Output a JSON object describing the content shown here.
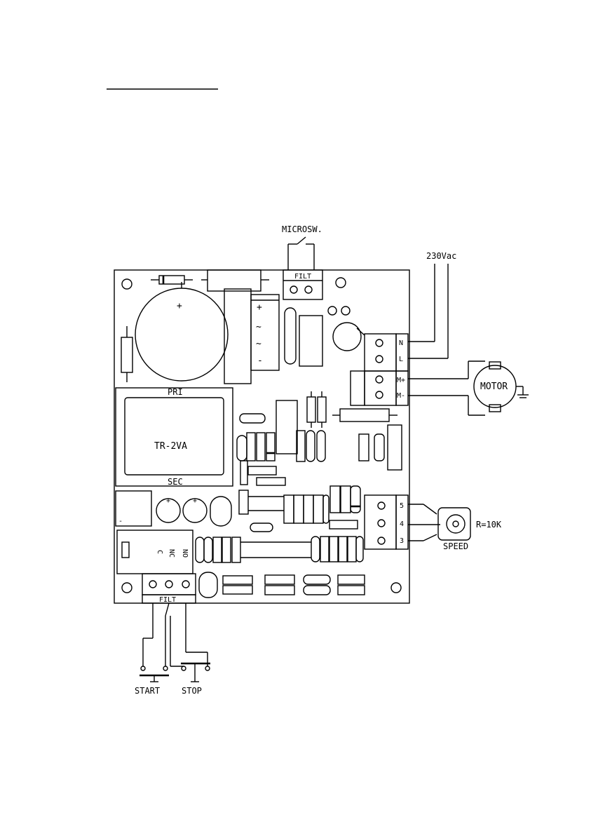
{
  "labels": {
    "microsw": "MICROSW.",
    "supply": "230Vac",
    "motor": "MOTOR",
    "primary": "PRI",
    "transformer": "TR-2VA",
    "secondary": "SEC",
    "resistance": "R=10K",
    "speed": "SPEED",
    "start": "START",
    "stop": "STOP",
    "filt": "FILT",
    "term_n": "N",
    "term_l": "L",
    "term_mplus": "M+",
    "term_mminus": "M-",
    "term_5": "5",
    "term_4": "4",
    "term_3": "3",
    "relay_c": "C",
    "relay_nc": "NC",
    "relay_no": "NO",
    "plus": "+",
    "minus": "-",
    "tilde": "~"
  }
}
